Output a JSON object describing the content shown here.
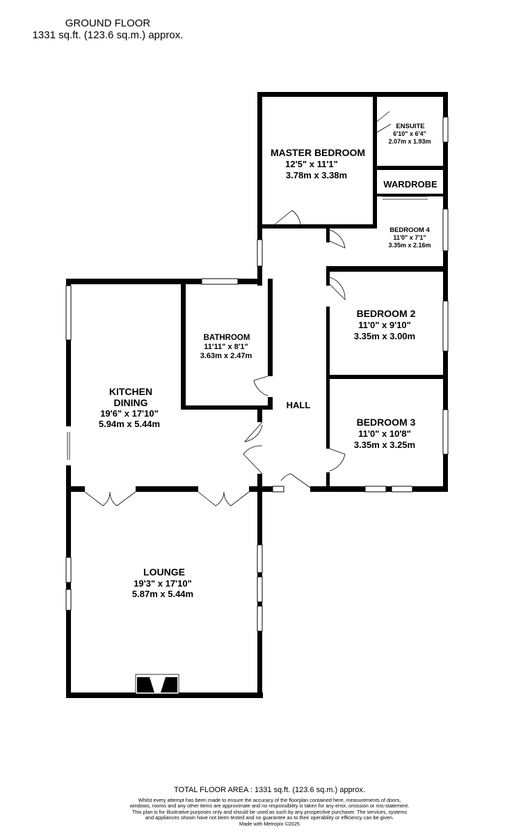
{
  "header": {
    "floor": "GROUND FLOOR",
    "area": "1331 sq.ft. (123.6 sq.m.) approx."
  },
  "rooms": {
    "master_bedroom": {
      "name": "MASTER BEDROOM",
      "imperial": "12'5\"  x 11'1\"",
      "metric": "3.78m  x 3.38m"
    },
    "ensuite": {
      "name": "ENSUITE",
      "imperial": "6'10\"  x 6'4\"",
      "metric": "2.07m  x 1.93m"
    },
    "wardrobe": {
      "name": "WARDROBE"
    },
    "bedroom4": {
      "name": "BEDROOM 4",
      "imperial": "11'0\"  x 7'1\"",
      "metric": "3.35m  x 2.16m"
    },
    "bedroom2": {
      "name": "BEDROOM 2",
      "imperial": "11'0\"  x 9'10\"",
      "metric": "3.35m  x 3.00m"
    },
    "bathroom": {
      "name": "BATHROOM",
      "imperial": "11'11\"  x 8'1\"",
      "metric": "3.63m  x 2.47m"
    },
    "kitchen": {
      "name": "KITCHEN",
      "name2": "DINING",
      "imperial": "19'6\"  x 17'10\"",
      "metric": "5.94m  x 5.44m"
    },
    "hall": {
      "name": "HALL"
    },
    "bedroom3": {
      "name": "BEDROOM 3",
      "imperial": "11'0\"  x 10'8\"",
      "metric": "3.35m  x 3.25m"
    },
    "lounge": {
      "name": "LOUNGE",
      "imperial": "19'3\"  x 17'10\"",
      "metric": "5.87m  x 5.44m"
    }
  },
  "footer": {
    "total": "TOTAL FLOOR AREA : 1331 sq.ft. (123.6 sq.m.) approx.",
    "disclaimer": "Whilst every attempt has been made to ensure the accuracy of the floorplan contained here, measurements of doors, windows, rooms and any other items are approximate and no responsibility is taken for any error, omission or mis-statement. This plan is for illustrative purposes only and should be used as such by any prospective purchaser. The services, systems and appliances shown have not been tested and no guarantee as to their operability or efficiency can be given.",
    "credit": "Made with Metropix ©2025"
  }
}
